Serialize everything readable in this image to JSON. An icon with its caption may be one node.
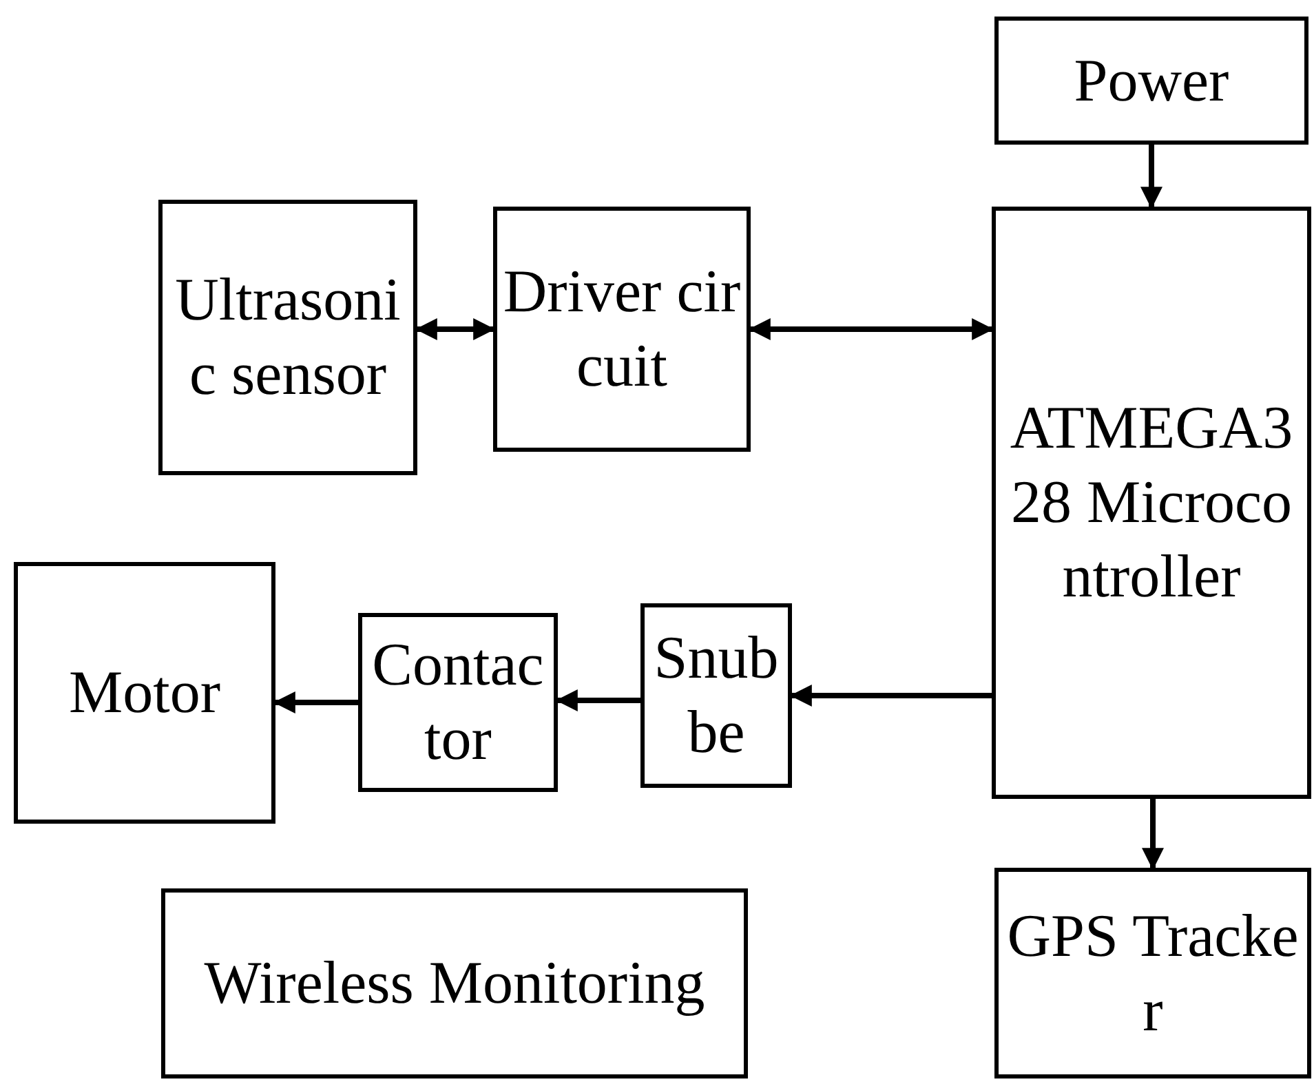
{
  "diagram": {
    "nodes": [
      {
        "text": [
          "Power"
        ]
      },
      {
        "text": [
          "Ultrasonic sensor"
        ]
      },
      {
        "text": [
          "Driver circuit"
        ]
      },
      {
        "text": [
          "ATMEGA328 Microcontroller"
        ]
      },
      {
        "text": [
          "Motor"
        ]
      },
      {
        "text": [
          "Contactor"
        ]
      },
      {
        "text": [
          "Snubbe"
        ]
      },
      {
        "text": [
          "Wireless Monitoring"
        ]
      },
      {
        "text": [
          "GPS Tracker"
        ]
      }
    ],
    "edges": [
      {
        "from": 0,
        "to": 3,
        "arrow": "to"
      },
      {
        "from": 1,
        "to": 2,
        "arrow": "both"
      },
      {
        "from": 2,
        "to": 3,
        "arrow": "both"
      },
      {
        "from": 3,
        "to": 6,
        "arrow": "to"
      },
      {
        "from": 6,
        "to": 5,
        "arrow": "to"
      },
      {
        "from": 5,
        "to": 4,
        "arrow": "to"
      },
      {
        "from": 3,
        "to": 8,
        "arrow": "to"
      }
    ]
  }
}
